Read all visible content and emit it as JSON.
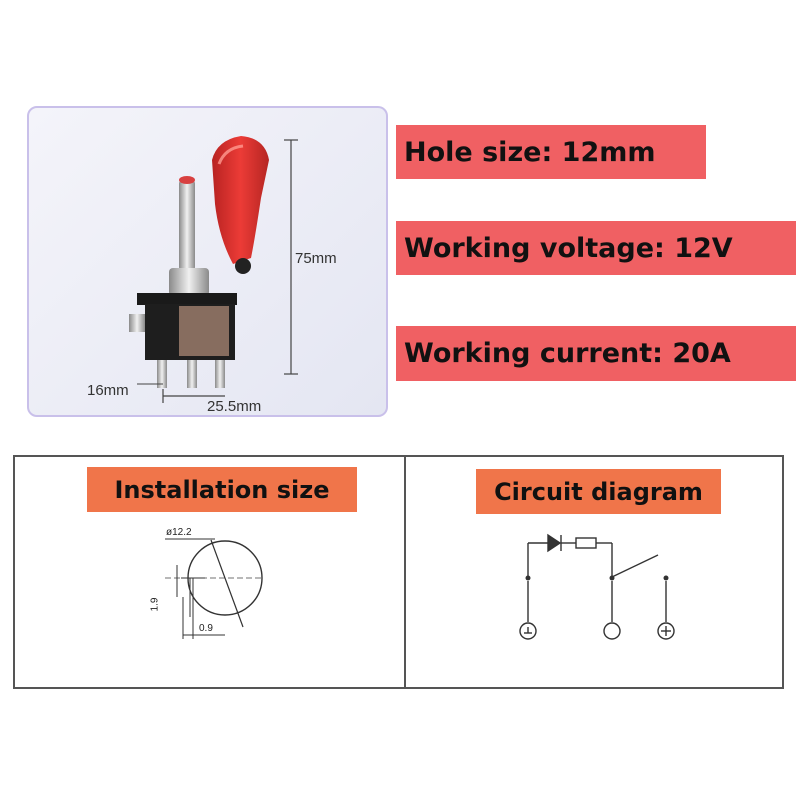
{
  "product_photo": {
    "height_label": "75mm",
    "depth_label": "16mm",
    "width_label": "25.5mm"
  },
  "specs": [
    {
      "text": "Hole size: 12mm"
    },
    {
      "text": "Working voltage: 12V"
    },
    {
      "text": "Working current: 20A"
    }
  ],
  "installation": {
    "title": "Installation size",
    "diameter_label": "ø12.2",
    "flat_label": "1.9",
    "offset_label": "0.9"
  },
  "circuit": {
    "title": "Circuit diagram"
  },
  "colors": {
    "spec_bg": "#f06063",
    "panel_title_bg": "#f0754a",
    "cover_red": "#d9221f"
  }
}
